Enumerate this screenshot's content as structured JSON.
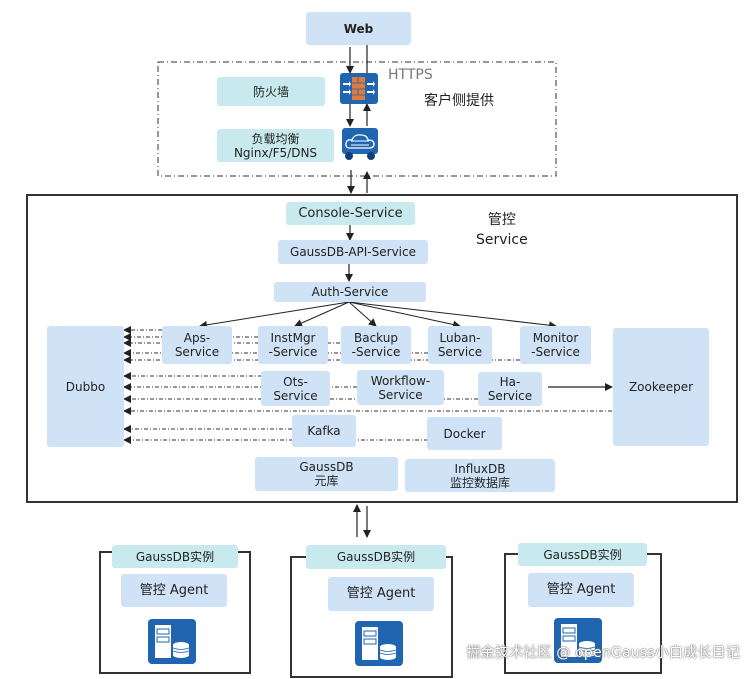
{
  "web": {
    "label": "Web"
  },
  "client": {
    "https_label": "HTTPS",
    "client_provided_label": "客户侧提供",
    "firewall_label": "防火墙",
    "load_balancer_label": "负载均衡\nNginx/F5/DNS"
  },
  "management": {
    "title": "管控\nService",
    "console_service": "Console-Service",
    "api_service": "GaussDB-API-Service",
    "auth_service": "Auth-Service",
    "dubbo": "Dubbo",
    "zookeeper": "Zookeeper",
    "services": {
      "aps": "Aps-\nService",
      "instmgr": "InstMgr\n-Service",
      "backup": "Backup\n-Service",
      "luban": "Luban-\nService",
      "monitor": "Monitor\n-Service",
      "ots": "Ots-\nService",
      "workflow": "Workflow-\nService",
      "ha": "Ha-\nService",
      "kafka": "Kafka",
      "docker": "Docker",
      "gaussdb_meta": "GaussDB\n元库",
      "influxdb": "InfluxDB\n监控数据库"
    }
  },
  "instances": [
    {
      "title": "GaussDB实例",
      "agent": "管控 Agent"
    },
    {
      "title": "GaussDB实例",
      "agent": "管控 Agent"
    },
    {
      "title": "GaussDB实例",
      "agent": "管控 Agent"
    }
  ],
  "watermark": "掘金技术社区 @ openGauss小白成长日记",
  "colors": {
    "box_blue": "#cfe2f6",
    "box_teal": "#c8eaee",
    "icon_blue": "#1f65b0",
    "firewall_brick": "#e07b3c"
  }
}
